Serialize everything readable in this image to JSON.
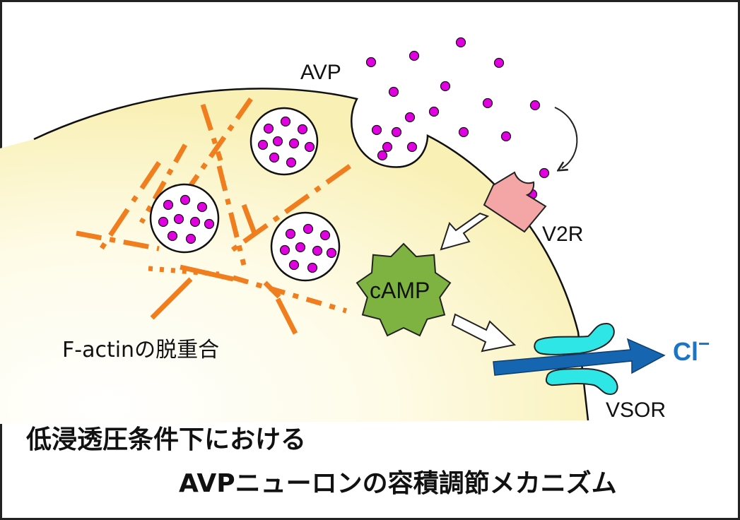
{
  "labels": {
    "avp": "AVP",
    "v2r": "V2R",
    "camp": "cAMP",
    "vsor": "VSOR",
    "chloride": "Cl",
    "chloride_charge": "−",
    "factin": "F-actinの脱重合"
  },
  "title": {
    "line1": "低浸透圧条件下における",
    "line2": "AVPニューロンの容積調節メカニズム"
  },
  "icons": {
    "receptor": "v2r-receptor-icon",
    "channel": "vsor-channel-icon",
    "messenger": "camp-star-icon",
    "vesicle": "vesicle-icon",
    "efflux": "chloride-efflux-arrow"
  },
  "colors": {
    "cell_fill": "#fdf6c8",
    "avp_dot": "#e000e0",
    "receptor": "#f4a6a6",
    "camp": "#7fb341",
    "channel": "#2ee6e6",
    "factin": "#f07d1e",
    "efflux_arrow": "#1565b0",
    "chloride_text": "#1b74c4"
  }
}
